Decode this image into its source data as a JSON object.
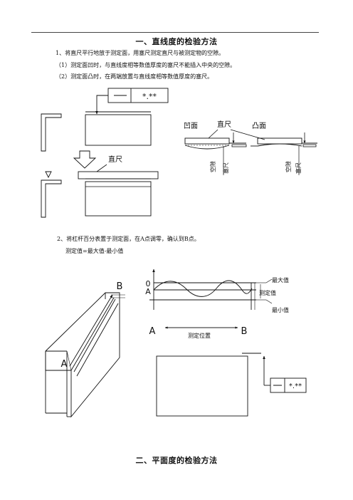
{
  "section1": {
    "title": "一、直线度的检验方法",
    "step1": "1、将直尺平行地放于测定面，用塞尺测定直尺与被测定物的空隙。",
    "step1_a": "（1）测定面凹时，与直线度相等数值厚度的塞尺不能插入中央的空隙。",
    "step1_b": "（2）测定面凸时，在两端放置与直线度相等数值厚度的塞尺。",
    "diagram1": {
      "tolerance_box": "*.**",
      "ruler_label": "直尺",
      "concave_label": "凹面",
      "ruler_label_2": "直尺",
      "convex_label": "凸面",
      "gap_label_left": "空隙",
      "feeler_label_left": "塞尺",
      "gap_label_right": "空隙",
      "feeler_label_right": "塞尺"
    },
    "step2": "2、将杠杆百分表置于测定面，在A点调零，确认到B点。",
    "formula": "测定值=最大值-最小值",
    "diagram2": {
      "point_b": "B",
      "point_a": "A",
      "zero_label": "0",
      "graph_a": "A",
      "graph_b": "B",
      "max_label": "最大值",
      "measured_label": "测定值",
      "min_label": "最小值",
      "position_label": "测定位置",
      "tolerance_box": "*.**"
    }
  },
  "section2": {
    "title": "二、平面度的检验方法"
  }
}
